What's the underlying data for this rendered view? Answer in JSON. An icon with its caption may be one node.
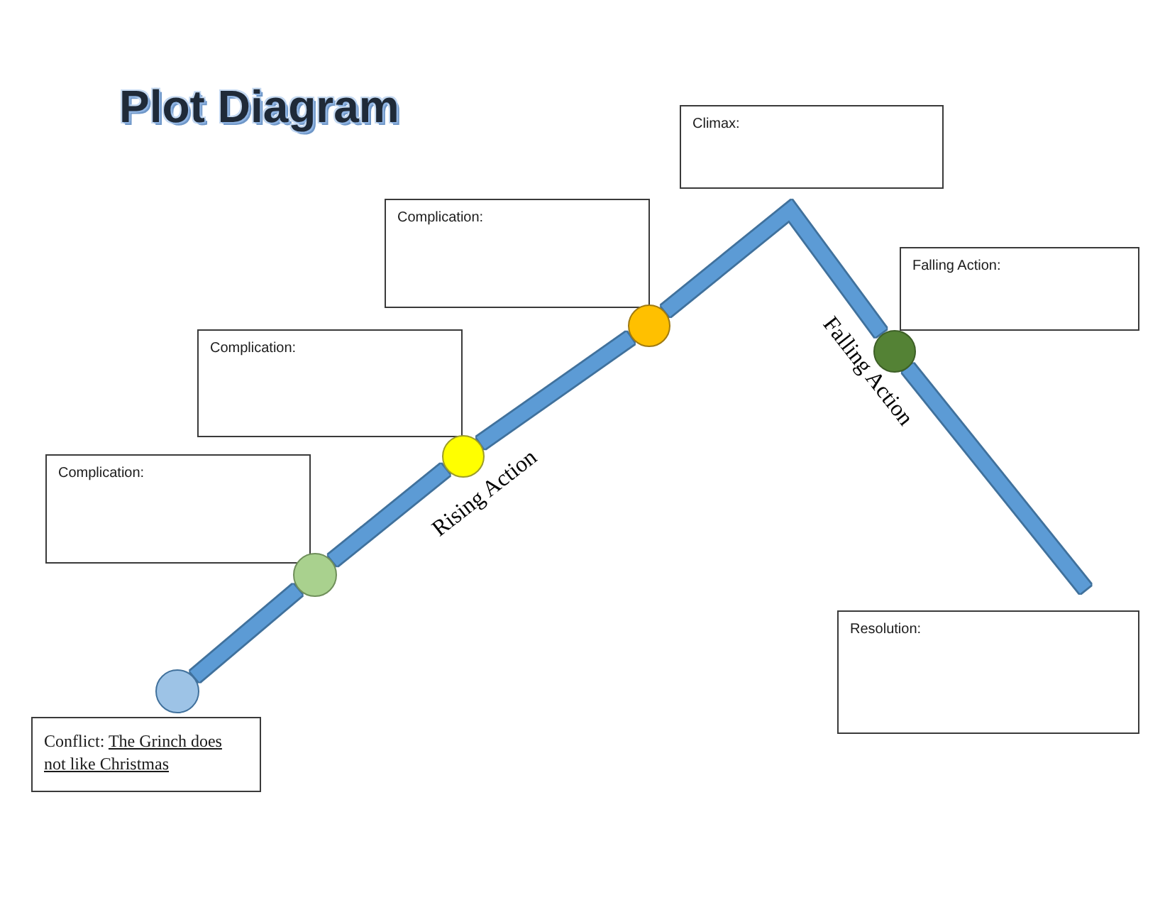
{
  "diagram": {
    "title": "Plot Diagram",
    "nodes": [
      {
        "text": [
          "Conflict:",
          "The Grinch does not like Christmas"
        ]
      },
      {
        "text": [
          "Complication:"
        ]
      },
      {
        "text": [
          "Complication:"
        ]
      },
      {
        "text": [
          "Complication:"
        ]
      },
      {
        "text": [
          "Climax:"
        ]
      },
      {
        "text": [
          "Falling Action:"
        ]
      },
      {
        "text": [
          "Resolution:"
        ]
      },
      {
        "text": [],
        "shape": "circle"
      },
      {
        "text": [],
        "shape": "circle"
      },
      {
        "text": [],
        "shape": "circle"
      },
      {
        "text": [],
        "shape": "circle"
      },
      {
        "text": [],
        "shape": "circle"
      }
    ],
    "edges": [
      {
        "from": 7,
        "to": 8,
        "arrow": "none"
      },
      {
        "from": 8,
        "to": 9,
        "arrow": "none"
      },
      {
        "from": 9,
        "to": 10,
        "arrow": "none"
      },
      {
        "from": 10,
        "to": 11,
        "arrow": "none"
      },
      {
        "from": 11,
        "to": null,
        "arrow": "none"
      }
    ],
    "labels": [
      "Rising Action",
      "Falling Action"
    ]
  }
}
